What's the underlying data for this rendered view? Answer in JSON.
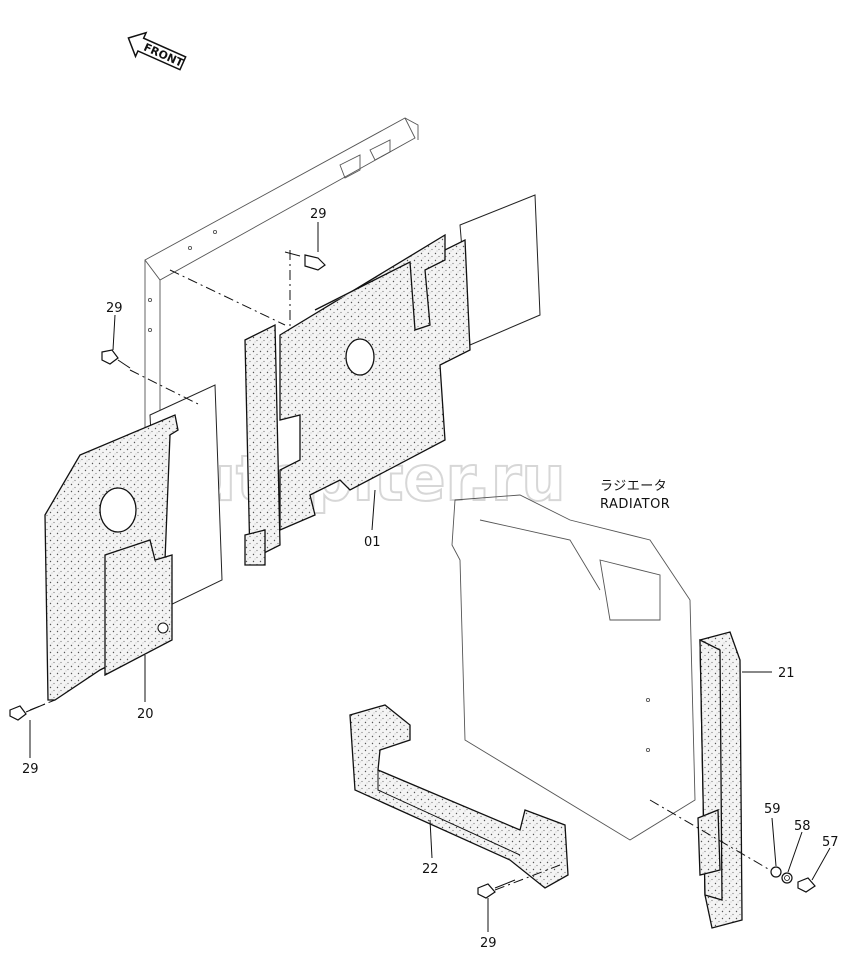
{
  "front_arrow": {
    "label": "FRONT"
  },
  "watermark": {
    "text": "autopiter.ru"
  },
  "radiator": {
    "label_jp": "ラジエータ",
    "label_en": "RADIATOR"
  },
  "callouts": [
    {
      "id": "bolt-29-top",
      "text": "29"
    },
    {
      "id": "bolt-29-left",
      "text": "29"
    },
    {
      "id": "panel-01",
      "text": "01"
    },
    {
      "id": "panel-20",
      "text": "20"
    },
    {
      "id": "bolt-29-bottom-left",
      "text": "29"
    },
    {
      "id": "seal-21",
      "text": "21"
    },
    {
      "id": "seal-22",
      "text": "22"
    },
    {
      "id": "washer-59",
      "text": "59"
    },
    {
      "id": "washer-58",
      "text": "58"
    },
    {
      "id": "bolt-57",
      "text": "57"
    },
    {
      "id": "bolt-29-bottom",
      "text": "29"
    }
  ]
}
